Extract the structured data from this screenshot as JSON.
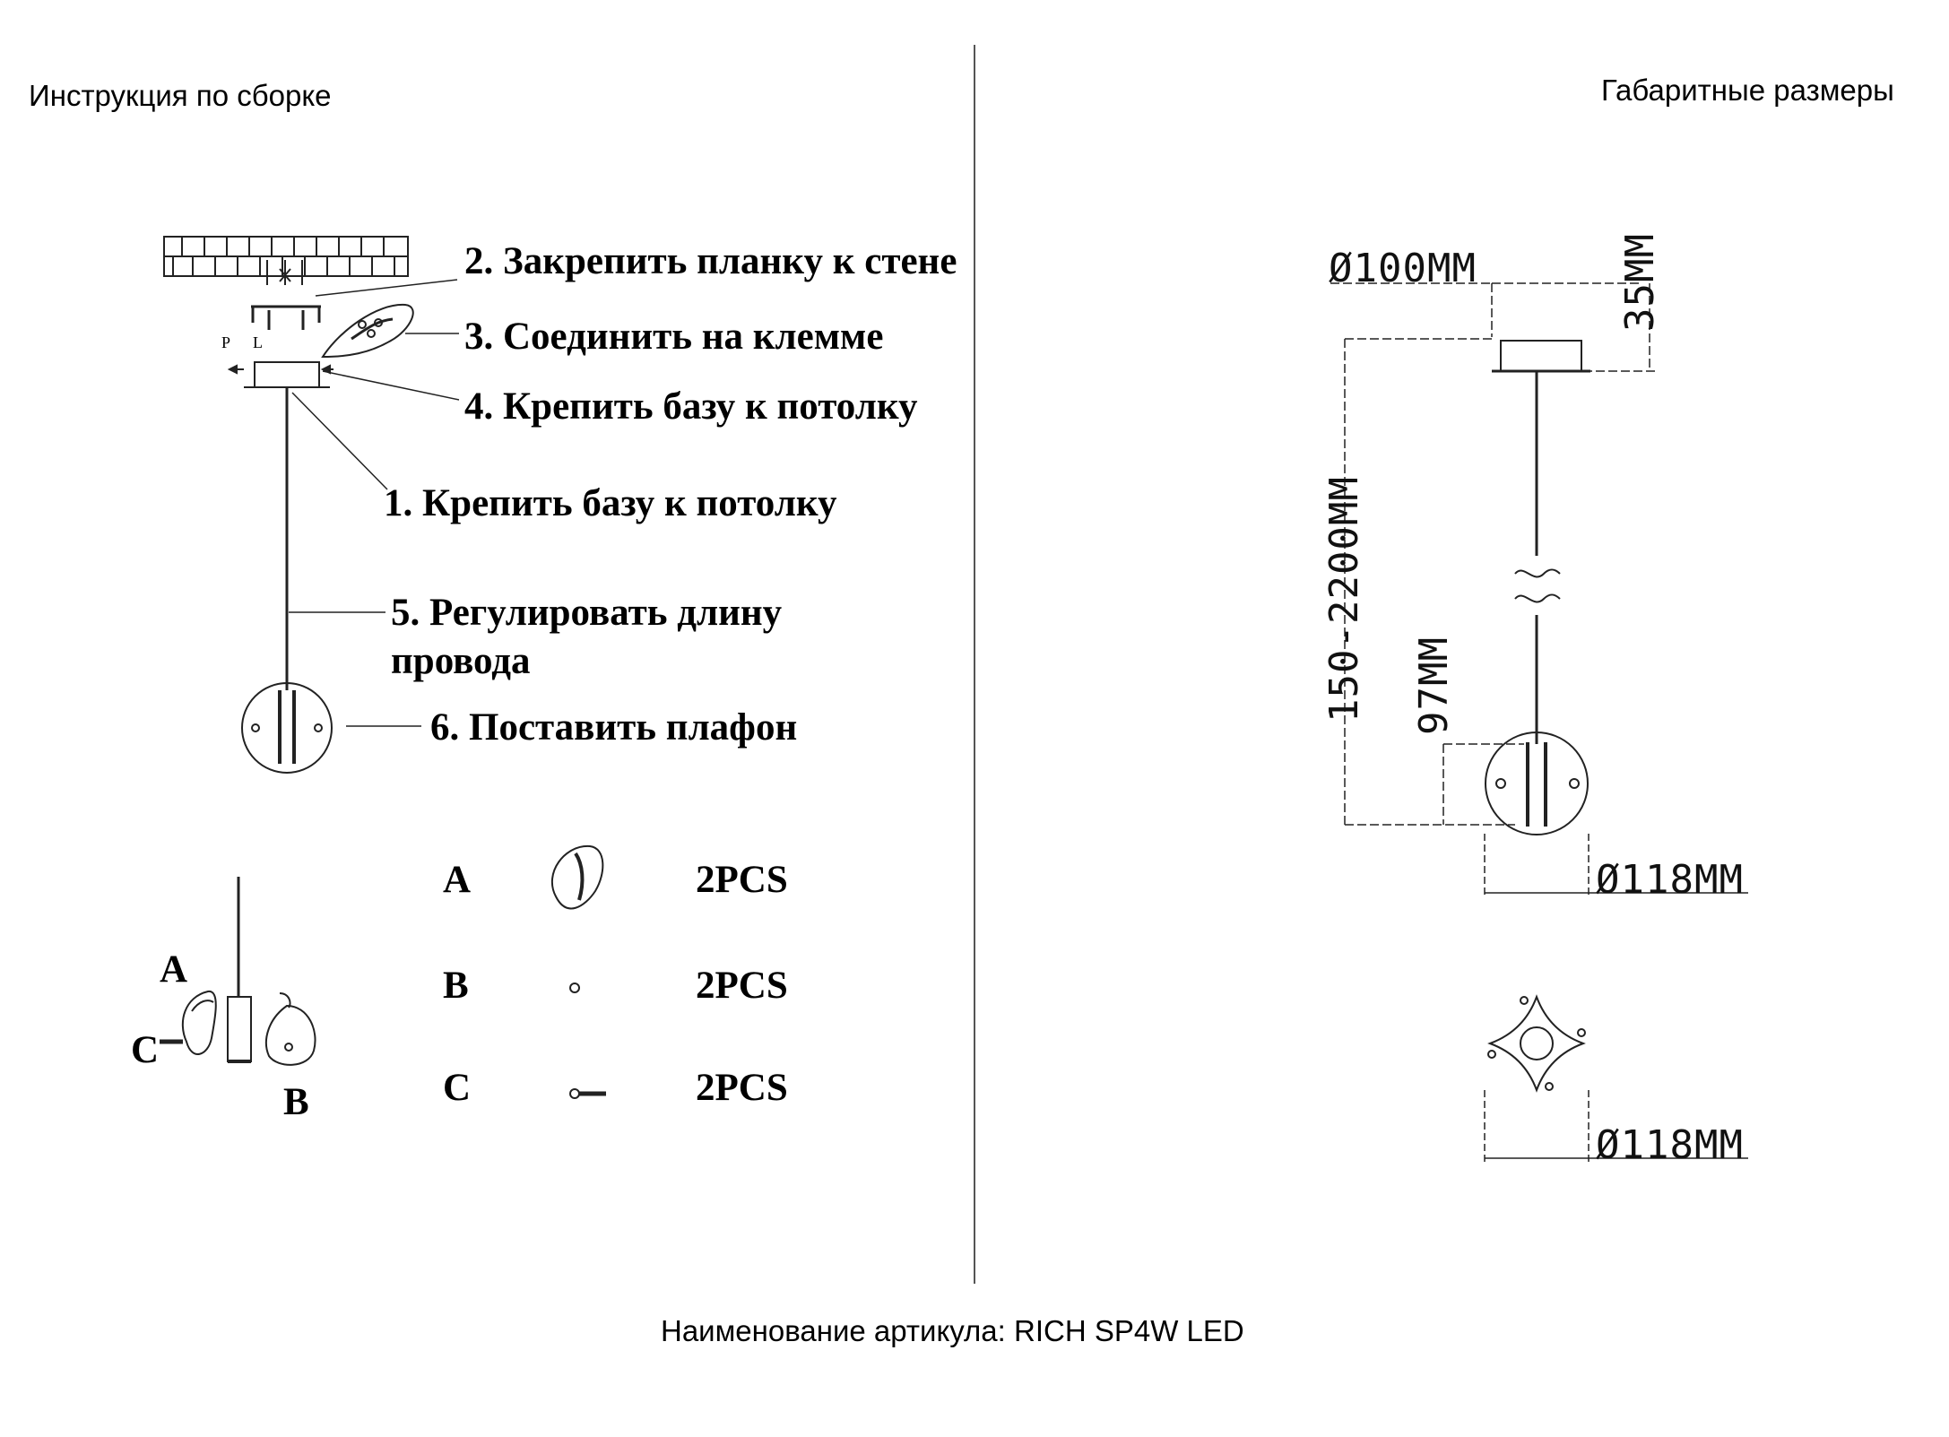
{
  "left_header": "Инструкция по сборке",
  "right_header": "Габаритные размеры",
  "footer": "Наименование артикула: RICH SP4W LED",
  "steps": {
    "s2": "2. Закрепить планку к стене",
    "s3": "3. Соединить на клемме",
    "s4": "4. Крепить базу к потолку",
    "s1": "1. Крепить базу к потолку",
    "s5_line1": "5. Регулировать длину",
    "s5_line2": "провода",
    "s6": "6. Поставить плафон"
  },
  "parts": [
    {
      "letter": "A",
      "qty": "2PCS"
    },
    {
      "letter": "B",
      "qty": "2PCS"
    },
    {
      "letter": "C",
      "qty": "2PCS"
    }
  ],
  "exploded_labels": {
    "a": "A",
    "b": "B",
    "c": "C"
  },
  "dimensions": {
    "canopy_diameter": "Ø100MM",
    "canopy_height": "35MM",
    "length_range": "150-2200MM",
    "shade_height": "97MM",
    "shade_diameter": "Ø118MM",
    "top_view_diameter": "Ø118MM"
  }
}
